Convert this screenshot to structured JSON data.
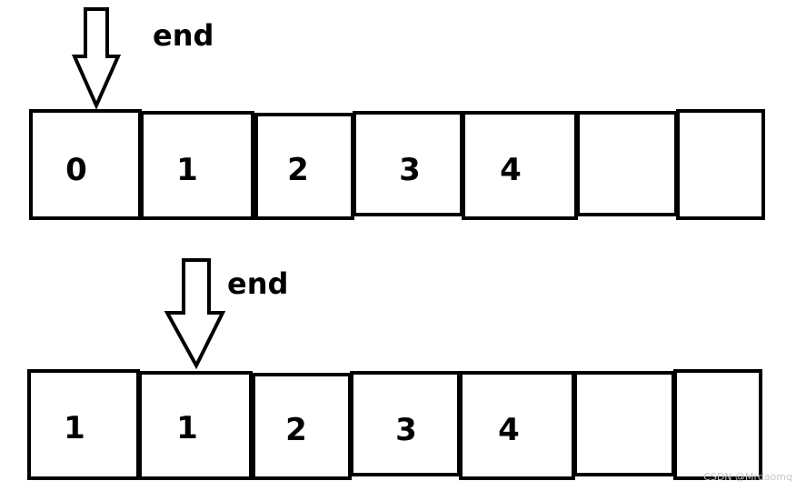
{
  "diagram": {
    "arrays": [
      {
        "cells": [
          "0",
          "1",
          "2",
          "3",
          "4",
          "",
          ""
        ],
        "pointer": {
          "label": "end",
          "index": 0
        }
      },
      {
        "cells": [
          "1",
          "1",
          "2",
          "3",
          "4",
          "",
          ""
        ],
        "pointer": {
          "label": "end",
          "index": 1
        }
      }
    ],
    "colors": {
      "stroke": "#000000",
      "fill": "#ffffff",
      "watermark": "#c8c8c8"
    }
  },
  "watermark": "CSDN @Mrdaomq"
}
